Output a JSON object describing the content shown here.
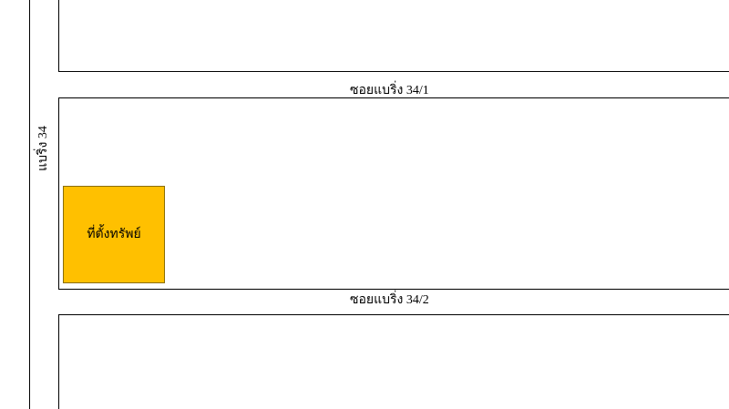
{
  "roads": {
    "main_road": "แบริ่ง 34",
    "soi_1": "ซอยแบริ่ง 34/1",
    "soi_2": "ซอยแบริ่ง 34/2"
  },
  "property": {
    "label": "ที่ตั้งทรัพย์",
    "fill_color": "#ffc000"
  },
  "colors": {
    "background": "#ffffff",
    "lines": "#000000"
  }
}
